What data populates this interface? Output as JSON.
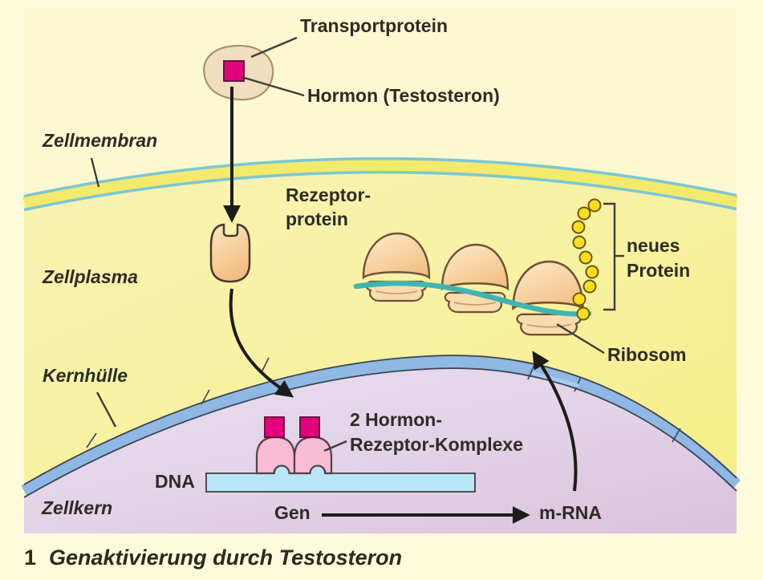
{
  "figure": {
    "caption_number": "1",
    "caption_text": "Genaktivierung durch Testosteron"
  },
  "labels": {
    "transportprotein": "Transportprotein",
    "hormon": "Hormon (Testosteron)",
    "zellmembran": "Zellmembran",
    "rezeptor": {
      "line1": "Rezeptor-",
      "line2": "protein"
    },
    "zellplasma": "Zellplasma",
    "neues_protein": {
      "line1": "neues",
      "line2": "Protein"
    },
    "ribosom": "Ribosom",
    "kernhuelle": "Kernhülle",
    "komplexe": {
      "line1": "2 Hormon-",
      "line2": "Rezeptor-Komplexe"
    },
    "dna": "DNA",
    "zellkern": "Zellkern",
    "gen": "Gen",
    "mrna": "m-RNA"
  },
  "colors": {
    "outer_background": "#fefbdc",
    "panel_background": "#fcf8d2",
    "membrane_yellow": "#f3ea6c",
    "membrane_cyan": "#7cc7d2",
    "cytoplasm_yellow": "#f8f2a6",
    "nucleus_lavender": "#e6d9ec",
    "nuclear_envelope_blue": "#8fb9e4",
    "dna_blue": "#b7e7f6",
    "hormone_magenta": "#e4017d",
    "complex_pink": "#f8bcd5",
    "ribosome_tan": "#f7cf9c",
    "mrna_teal": "#3fb5b2",
    "protein_bead_yellow": "#ffdd1e",
    "transport_blob_beige": "#f0debf",
    "arrow_black": "#1c1c1a"
  }
}
